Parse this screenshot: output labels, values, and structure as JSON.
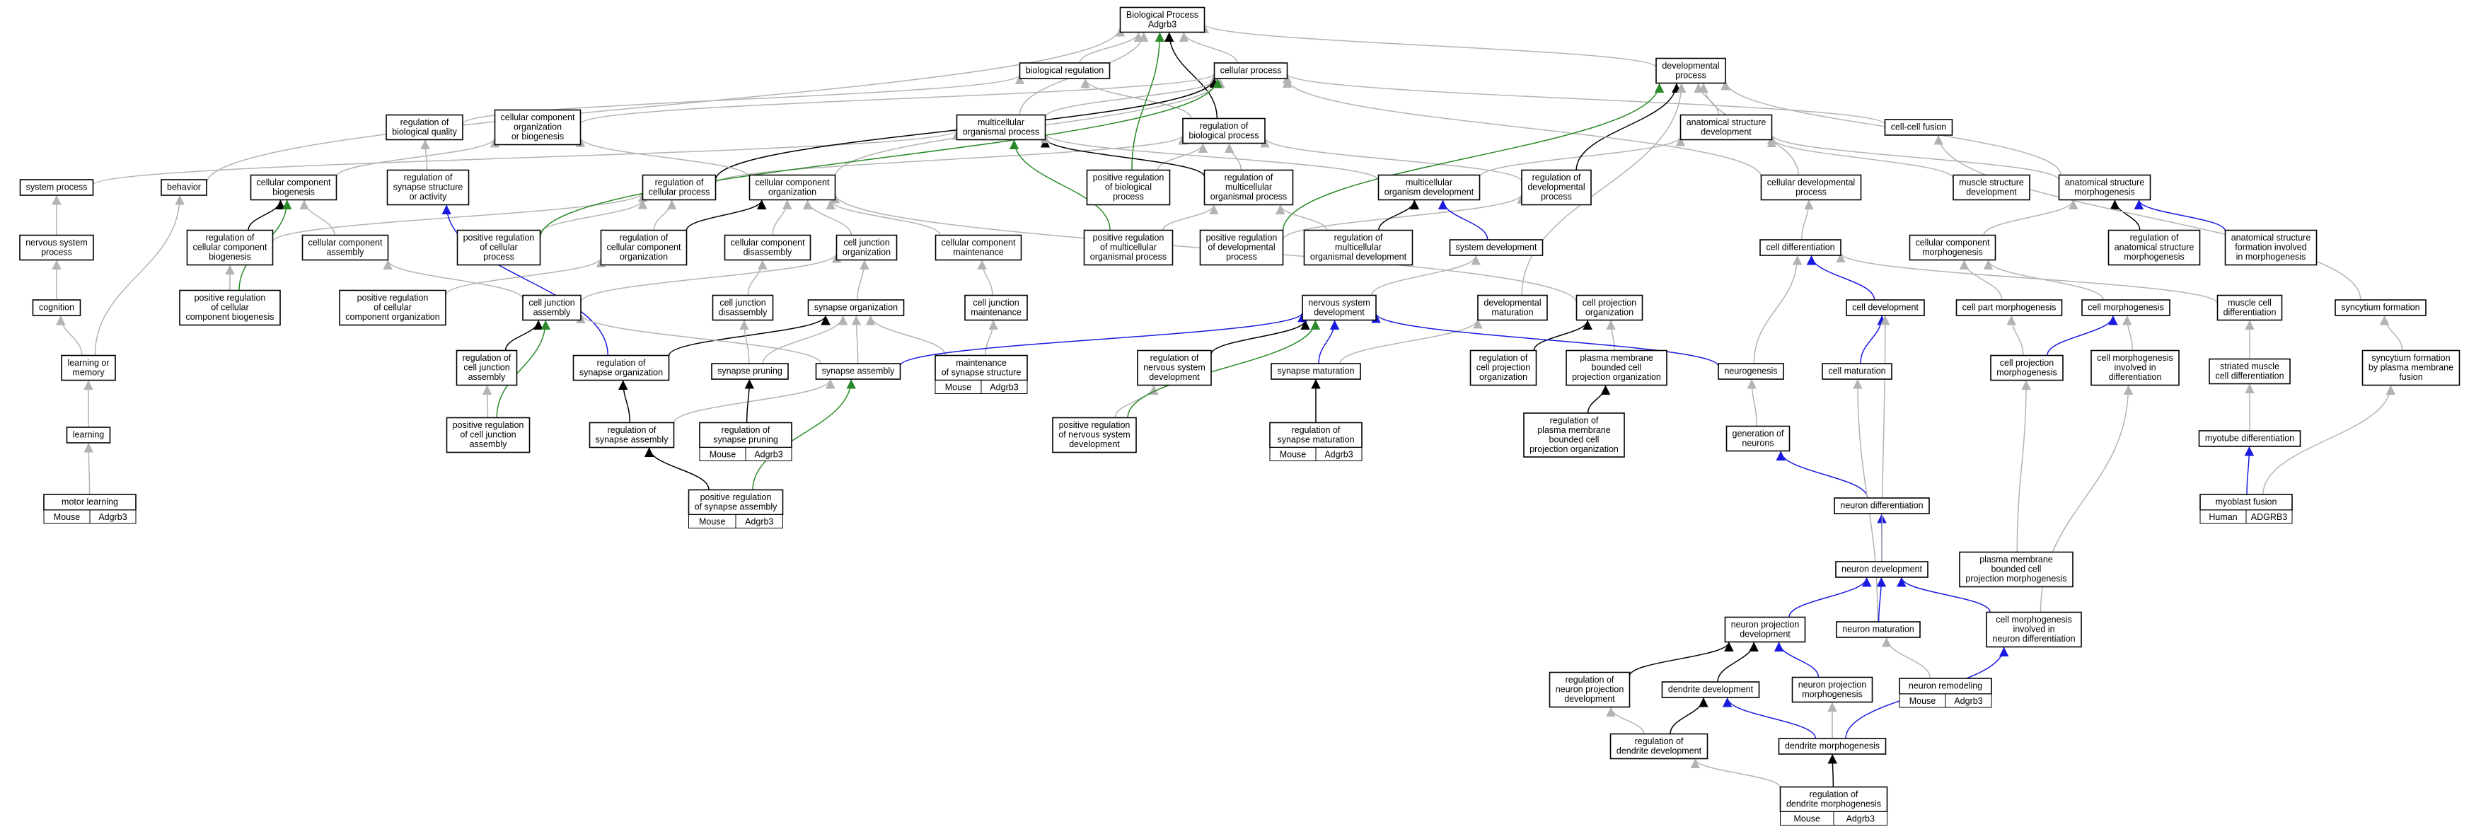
{
  "colors": {
    "is_a": "#b3b3b3",
    "part_of": "#000000",
    "positively_regulates": "#2a8a2a",
    "regulates": "#1a1adf",
    "mouse": "#add8e6",
    "human": "#e8533f"
  },
  "nodes": [
    {
      "id": "root",
      "lines": [
        "Biological Process",
        "Adgrb3"
      ]
    },
    {
      "id": "bioreg",
      "lines": [
        "biological regulation"
      ]
    },
    {
      "id": "cellproc",
      "lines": [
        "cellular process"
      ]
    },
    {
      "id": "devproc",
      "lines": [
        "developmental",
        "process"
      ]
    },
    {
      "id": "regbq",
      "lines": [
        "regulation of",
        "biological quality"
      ]
    },
    {
      "id": "ccob",
      "lines": [
        "cellular component",
        "organization",
        "or biogenesis"
      ]
    },
    {
      "id": "multiorg",
      "lines": [
        "multicellular",
        "organismal process"
      ]
    },
    {
      "id": "regbp",
      "lines": [
        "regulation of",
        "biological process"
      ]
    },
    {
      "id": "asd",
      "lines": [
        "anatomical structure",
        "development"
      ]
    },
    {
      "id": "ccfusion",
      "lines": [
        "cell-cell fusion"
      ]
    },
    {
      "id": "sysproc",
      "lines": [
        "system process"
      ]
    },
    {
      "id": "behavior",
      "lines": [
        "behavior"
      ]
    },
    {
      "id": "ccbio",
      "lines": [
        "cellular component",
        "biogenesis"
      ]
    },
    {
      "id": "regsynstruct",
      "lines": [
        "regulation of",
        "synapse structure",
        "or activity"
      ]
    },
    {
      "id": "regcp",
      "lines": [
        "regulation of",
        "cellular process"
      ]
    },
    {
      "id": "cco",
      "lines": [
        "cellular component",
        "organization"
      ]
    },
    {
      "id": "posregbp",
      "lines": [
        "positive regulation",
        "of biological",
        "process"
      ]
    },
    {
      "id": "regmop",
      "lines": [
        "regulation of",
        "multicellular",
        "organismal process"
      ]
    },
    {
      "id": "mod",
      "lines": [
        "multicellular",
        "organism development"
      ]
    },
    {
      "id": "regdevproc",
      "lines": [
        "regulation of",
        "developmental",
        "process"
      ]
    },
    {
      "id": "celldevproc",
      "lines": [
        "cellular developmental",
        "process"
      ]
    },
    {
      "id": "muscledev",
      "lines": [
        "muscle structure",
        "development"
      ]
    },
    {
      "id": "asm",
      "lines": [
        "anatomical structure",
        "morphogenesis"
      ]
    },
    {
      "id": "nsp",
      "lines": [
        "nervous system",
        "process"
      ]
    },
    {
      "id": "regccbio",
      "lines": [
        "regulation of",
        "cellular component",
        "biogenesis"
      ]
    },
    {
      "id": "ccassembly",
      "lines": [
        "cellular component",
        "assembly"
      ]
    },
    {
      "id": "posregcp",
      "lines": [
        "positive regulation",
        "of cellular",
        "process"
      ]
    },
    {
      "id": "regcco",
      "lines": [
        "regulation of",
        "cellular component",
        "organization"
      ]
    },
    {
      "id": "ccdisassembly",
      "lines": [
        "cellular component",
        "disassembly"
      ]
    },
    {
      "id": "cjo",
      "lines": [
        "cell junction",
        "organization"
      ]
    },
    {
      "id": "ccmaint",
      "lines": [
        "cellular component",
        "maintenance"
      ]
    },
    {
      "id": "posregmop",
      "lines": [
        "positive regulation",
        "of multicellular",
        "organismal process"
      ]
    },
    {
      "id": "posregdevproc",
      "lines": [
        "positive regulation",
        "of developmental",
        "process"
      ]
    },
    {
      "id": "regmod",
      "lines": [
        "regulation of",
        "multicellular",
        "organismal development"
      ]
    },
    {
      "id": "sysdev",
      "lines": [
        "system development"
      ]
    },
    {
      "id": "celldiff",
      "lines": [
        "cell differentiation"
      ]
    },
    {
      "id": "ccmorph",
      "lines": [
        "cellular component",
        "morphogenesis"
      ]
    },
    {
      "id": "regasm",
      "lines": [
        "regulation of",
        "anatomical structure",
        "morphogenesis"
      ]
    },
    {
      "id": "asfim",
      "lines": [
        "anatomical structure",
        "formation involved",
        "in morphogenesis"
      ]
    },
    {
      "id": "cognition",
      "lines": [
        "cognition"
      ]
    },
    {
      "id": "posregccbio",
      "lines": [
        "positive regulation",
        "of cellular",
        "component biogenesis"
      ]
    },
    {
      "id": "posregcco",
      "lines": [
        "positive regulation",
        "of cellular",
        "component organization"
      ]
    },
    {
      "id": "cjassembly",
      "lines": [
        "cell junction",
        "assembly"
      ]
    },
    {
      "id": "cjdisassembly",
      "lines": [
        "cell junction",
        "disassembly"
      ]
    },
    {
      "id": "synorg",
      "lines": [
        "synapse organization"
      ]
    },
    {
      "id": "cjmaint",
      "lines": [
        "cell junction",
        "maintenance"
      ]
    },
    {
      "id": "nsd",
      "lines": [
        "nervous system",
        "development"
      ]
    },
    {
      "id": "devmat",
      "lines": [
        "developmental",
        "maturation"
      ]
    },
    {
      "id": "cpo",
      "lines": [
        "cell projection",
        "organization"
      ]
    },
    {
      "id": "celldev",
      "lines": [
        "cell development"
      ]
    },
    {
      "id": "cpmorph",
      "lines": [
        "cell part morphogenesis"
      ]
    },
    {
      "id": "cellmorph",
      "lines": [
        "cell morphogenesis"
      ]
    },
    {
      "id": "musclediff",
      "lines": [
        "muscle cell",
        "differentiation"
      ]
    },
    {
      "id": "syncform",
      "lines": [
        "syncytium formation"
      ]
    },
    {
      "id": "learnmem",
      "lines": [
        "learning or",
        "memory"
      ]
    },
    {
      "id": "regcja",
      "lines": [
        "regulation of",
        "cell junction",
        "assembly"
      ]
    },
    {
      "id": "regsynorg",
      "lines": [
        "regulation of",
        "synapse organization"
      ]
    },
    {
      "id": "synpruning",
      "lines": [
        "synapse pruning"
      ]
    },
    {
      "id": "synassembly",
      "lines": [
        "synapse assembly"
      ]
    },
    {
      "id": "maintsyn",
      "lines": [
        "maintenance",
        "of synapse structure"
      ],
      "tags": [
        "Mouse",
        "Adgrb3"
      ]
    },
    {
      "id": "regnsd",
      "lines": [
        "regulation of",
        "nervous system",
        "development"
      ]
    },
    {
      "id": "synmat",
      "lines": [
        "synapse maturation"
      ]
    },
    {
      "id": "regcpo",
      "lines": [
        "regulation of",
        "cell projection",
        "organization"
      ]
    },
    {
      "id": "pmbcpo",
      "lines": [
        "plasma membrane",
        "bounded cell",
        "projection organization"
      ]
    },
    {
      "id": "neurogenesis",
      "lines": [
        "neurogenesis"
      ]
    },
    {
      "id": "cellmat",
      "lines": [
        "cell maturation"
      ]
    },
    {
      "id": "cpm",
      "lines": [
        "cell projection",
        "morphogenesis"
      ]
    },
    {
      "id": "cmid",
      "lines": [
        "cell morphogenesis",
        "involved in",
        "differentiation"
      ]
    },
    {
      "id": "strmuscle",
      "lines": [
        "striated muscle",
        "cell differentiation"
      ]
    },
    {
      "id": "syncfusion",
      "lines": [
        "syncytium formation",
        "by plasma membrane",
        "fusion"
      ]
    },
    {
      "id": "learning",
      "lines": [
        "learning"
      ]
    },
    {
      "id": "posregcja",
      "lines": [
        "positive regulation",
        "of cell junction",
        "assembly"
      ]
    },
    {
      "id": "regsa",
      "lines": [
        "regulation of",
        "synapse assembly"
      ]
    },
    {
      "id": "regsp",
      "lines": [
        "regulation of",
        "synapse pruning"
      ],
      "tags": [
        "Mouse",
        "Adgrb3"
      ]
    },
    {
      "id": "posregnsd",
      "lines": [
        "positive regulation",
        "of nervous system",
        "development"
      ]
    },
    {
      "id": "regsm",
      "lines": [
        "regulation of",
        "synapse maturation"
      ],
      "tags": [
        "Mouse",
        "Adgrb3"
      ]
    },
    {
      "id": "regpmbcpo",
      "lines": [
        "regulation of",
        "plasma membrane",
        "bounded cell",
        "projection organization"
      ]
    },
    {
      "id": "genneurons",
      "lines": [
        "generation of",
        "neurons"
      ]
    },
    {
      "id": "myotube",
      "lines": [
        "myotube differentiation"
      ]
    },
    {
      "id": "motorlearning",
      "lines": [
        "motor learning"
      ],
      "tags": [
        "Mouse",
        "Adgrb3"
      ]
    },
    {
      "id": "posregsa",
      "lines": [
        "positive regulation",
        "of synapse assembly"
      ],
      "tags": [
        "Mouse",
        "Adgrb3"
      ]
    },
    {
      "id": "myoblast",
      "lines": [
        "myoblast fusion"
      ],
      "tags": [
        "Human",
        "ADGRB3"
      ]
    },
    {
      "id": "neurondiff",
      "lines": [
        "neuron differentiation"
      ]
    },
    {
      "id": "neurondev",
      "lines": [
        "neuron development"
      ]
    },
    {
      "id": "pmbcpm",
      "lines": [
        "plasma membrane",
        "bounded cell",
        "projection morphogenesis"
      ]
    },
    {
      "id": "npd",
      "lines": [
        "neuron projection",
        "development"
      ]
    },
    {
      "id": "neuronmat",
      "lines": [
        "neuron maturation"
      ]
    },
    {
      "id": "cmnd",
      "lines": [
        "cell morphogenesis",
        "involved in",
        "neuron differentiation"
      ]
    },
    {
      "id": "regnpd",
      "lines": [
        "regulation of",
        "neuron projection",
        "development"
      ]
    },
    {
      "id": "dendev",
      "lines": [
        "dendrite development"
      ]
    },
    {
      "id": "npm",
      "lines": [
        "neuron projection",
        "morphogenesis"
      ]
    },
    {
      "id": "neuronremodel",
      "lines": [
        "neuron remodeling"
      ],
      "tags": [
        "Mouse",
        "Adgrb3"
      ]
    },
    {
      "id": "regdendev",
      "lines": [
        "regulation of",
        "dendrite development"
      ]
    },
    {
      "id": "denmorph",
      "lines": [
        "dendrite morphogenesis"
      ]
    },
    {
      "id": "regdenmorph",
      "lines": [
        "regulation of",
        "dendrite morphogenesis"
      ],
      "tags": [
        "Mouse",
        "Adgrb3"
      ]
    }
  ],
  "edges": [
    [
      "bioreg",
      "root",
      "is_a"
    ],
    [
      "cellproc",
      "root",
      "is_a"
    ],
    [
      "devproc",
      "root",
      "is_a"
    ],
    [
      "multiorg",
      "root",
      "is_a"
    ],
    [
      "regbq",
      "bioreg",
      "is_a"
    ],
    [
      "regbp",
      "bioreg",
      "is_a"
    ],
    [
      "regbp",
      "root",
      "part_of"
    ],
    [
      "multiorg",
      "cellproc",
      "is_a"
    ],
    [
      "ccob",
      "cellproc",
      "is_a"
    ],
    [
      "asd",
      "devproc",
      "is_a"
    ],
    [
      "ccfusion",
      "cellproc",
      "is_a"
    ],
    [
      "sysproc",
      "multiorg",
      "is_a"
    ],
    [
      "behavior",
      "root",
      "is_a"
    ],
    [
      "ccbio",
      "ccob",
      "is_a"
    ],
    [
      "regsynstruct",
      "regbq",
      "is_a"
    ],
    [
      "regcp",
      "regbp",
      "is_a"
    ],
    [
      "regcp",
      "cellproc",
      "part_of"
    ],
    [
      "cco",
      "ccob",
      "is_a"
    ],
    [
      "cco",
      "cellproc",
      "is_a"
    ],
    [
      "posregbp",
      "regbp",
      "is_a"
    ],
    [
      "posregbp",
      "root",
      "positively_regulates"
    ],
    [
      "regmop",
      "regbp",
      "is_a"
    ],
    [
      "regmop",
      "multiorg",
      "part_of"
    ],
    [
      "mod",
      "multiorg",
      "is_a"
    ],
    [
      "mod",
      "asd",
      "is_a"
    ],
    [
      "regdevproc",
      "regbp",
      "is_a"
    ],
    [
      "regdevproc",
      "devproc",
      "part_of"
    ],
    [
      "celldevproc",
      "devproc",
      "is_a"
    ],
    [
      "celldevproc",
      "cellproc",
      "is_a"
    ],
    [
      "muscledev",
      "asd",
      "is_a"
    ],
    [
      "asm",
      "asd",
      "is_a"
    ],
    [
      "asm",
      "devproc",
      "is_a"
    ],
    [
      "nsp",
      "sysproc",
      "is_a"
    ],
    [
      "regccbio",
      "regcp",
      "is_a"
    ],
    [
      "regccbio",
      "ccbio",
      "part_of"
    ],
    [
      "ccassembly",
      "ccbio",
      "is_a"
    ],
    [
      "posregcp",
      "regcp",
      "is_a"
    ],
    [
      "posregcp",
      "cellproc",
      "positively_regulates"
    ],
    [
      "regcco",
      "regcp",
      "is_a"
    ],
    [
      "regcco",
      "cco",
      "part_of"
    ],
    [
      "ccdisassembly",
      "cco",
      "is_a"
    ],
    [
      "cjo",
      "cco",
      "is_a"
    ],
    [
      "ccmaint",
      "cco",
      "is_a"
    ],
    [
      "posregmop",
      "regmop",
      "is_a"
    ],
    [
      "posregmop",
      "multiorg",
      "positively_regulates"
    ],
    [
      "posregdevproc",
      "regdevproc",
      "is_a"
    ],
    [
      "posregdevproc",
      "devproc",
      "positively_regulates"
    ],
    [
      "regmod",
      "regmop",
      "is_a"
    ],
    [
      "regmod",
      "mod",
      "part_of"
    ],
    [
      "sysdev",
      "mod",
      "regulates"
    ],
    [
      "celldiff",
      "celldevproc",
      "is_a"
    ],
    [
      "ccmorph",
      "asm",
      "is_a"
    ],
    [
      "regasm",
      "asm",
      "part_of"
    ],
    [
      "asfim",
      "asm",
      "regulates"
    ],
    [
      "cognition",
      "nsp",
      "is_a"
    ],
    [
      "posregccbio",
      "regccbio",
      "is_a"
    ],
    [
      "posregccbio",
      "ccbio",
      "positively_regulates"
    ],
    [
      "posregcco",
      "regcco",
      "is_a"
    ],
    [
      "cjassembly",
      "ccassembly",
      "is_a"
    ],
    [
      "cjassembly",
      "cjo",
      "is_a"
    ],
    [
      "cjdisassembly",
      "ccdisassembly",
      "is_a"
    ],
    [
      "synorg",
      "cjo",
      "is_a"
    ],
    [
      "cjmaint",
      "ccmaint",
      "is_a"
    ],
    [
      "nsd",
      "sysdev",
      "is_a"
    ],
    [
      "devmat",
      "devproc",
      "is_a"
    ],
    [
      "cpo",
      "cco",
      "is_a"
    ],
    [
      "celldev",
      "celldiff",
      "regulates"
    ],
    [
      "cpmorph",
      "ccmorph",
      "is_a"
    ],
    [
      "cellmorph",
      "ccmorph",
      "is_a"
    ],
    [
      "musclediff",
      "celldiff",
      "is_a"
    ],
    [
      "syncform",
      "ccfusion",
      "is_a"
    ],
    [
      "learnmem",
      "cognition",
      "is_a"
    ],
    [
      "learnmem",
      "behavior",
      "is_a"
    ],
    [
      "regcja",
      "cjassembly",
      "part_of"
    ],
    [
      "regsynorg",
      "synorg",
      "part_of"
    ],
    [
      "regsynorg",
      "regsynstruct",
      "regulates"
    ],
    [
      "synpruning",
      "cjdisassembly",
      "is_a"
    ],
    [
      "synpruning",
      "synorg",
      "is_a"
    ],
    [
      "synassembly",
      "synorg",
      "is_a"
    ],
    [
      "synassembly",
      "cjassembly",
      "is_a"
    ],
    [
      "maintsyn",
      "cjmaint",
      "is_a"
    ],
    [
      "maintsyn",
      "synorg",
      "is_a"
    ],
    [
      "regnsd",
      "nsd",
      "part_of"
    ],
    [
      "synmat",
      "nsd",
      "regulates"
    ],
    [
      "synmat",
      "devmat",
      "is_a"
    ],
    [
      "synassembly",
      "nsd",
      "regulates"
    ],
    [
      "regcpo",
      "cpo",
      "part_of"
    ],
    [
      "pmbcpo",
      "cpo",
      "is_a"
    ],
    [
      "neurogenesis",
      "nsd",
      "regulates"
    ],
    [
      "neurogenesis",
      "celldiff",
      "is_a"
    ],
    [
      "cellmat",
      "celldev",
      "regulates"
    ],
    [
      "cpm",
      "cellmorph",
      "regulates"
    ],
    [
      "cmid",
      "cellmorph",
      "is_a"
    ],
    [
      "cpm",
      "cpmorph",
      "is_a"
    ],
    [
      "strmuscle",
      "musclediff",
      "is_a"
    ],
    [
      "syncfusion",
      "syncform",
      "is_a"
    ],
    [
      "learning",
      "learnmem",
      "is_a"
    ],
    [
      "posregcja",
      "regcja",
      "is_a"
    ],
    [
      "posregcja",
      "cjassembly",
      "positively_regulates"
    ],
    [
      "regsa",
      "regsynorg",
      "part_of"
    ],
    [
      "regsa",
      "synassembly",
      "is_a"
    ],
    [
      "regsp",
      "synpruning",
      "part_of"
    ],
    [
      "posregnsd",
      "regnsd",
      "is_a"
    ],
    [
      "posregnsd",
      "nsd",
      "positively_regulates"
    ],
    [
      "regsm",
      "synmat",
      "part_of"
    ],
    [
      "regpmbcpo",
      "pmbcpo",
      "part_of"
    ],
    [
      "genneurons",
      "neurogenesis",
      "is_a"
    ],
    [
      "myotube",
      "strmuscle",
      "is_a"
    ],
    [
      "motorlearning",
      "learning",
      "is_a"
    ],
    [
      "posregsa",
      "regsa",
      "part_of"
    ],
    [
      "posregsa",
      "synassembly",
      "positively_regulates"
    ],
    [
      "myoblast",
      "myotube",
      "regulates"
    ],
    [
      "myoblast",
      "syncfusion",
      "is_a"
    ],
    [
      "neurondiff",
      "genneurons",
      "regulates"
    ],
    [
      "neurondev",
      "neurondiff",
      "regulates"
    ],
    [
      "neurondev",
      "celldev",
      "is_a"
    ],
    [
      "pmbcpm",
      "cpm",
      "is_a"
    ],
    [
      "npd",
      "neurondev",
      "regulates"
    ],
    [
      "neuronmat",
      "neurondev",
      "regulates"
    ],
    [
      "neuronmat",
      "cellmat",
      "is_a"
    ],
    [
      "cmnd",
      "neurondev",
      "regulates"
    ],
    [
      "cmnd",
      "cmid",
      "is_a"
    ],
    [
      "regnpd",
      "npd",
      "part_of"
    ],
    [
      "dendev",
      "npd",
      "part_of"
    ],
    [
      "npm",
      "npd",
      "regulates"
    ],
    [
      "neuronremodel",
      "neuronmat",
      "is_a"
    ],
    [
      "regdendev",
      "dendev",
      "part_of"
    ],
    [
      "regdendev",
      "regnpd",
      "is_a"
    ],
    [
      "denmorph",
      "dendev",
      "regulates"
    ],
    [
      "denmorph",
      "npm",
      "is_a"
    ],
    [
      "denmorph",
      "cmnd",
      "regulates"
    ],
    [
      "regdenmorph",
      "denmorph",
      "part_of"
    ],
    [
      "regdenmorph",
      "regdendev",
      "is_a"
    ]
  ]
}
